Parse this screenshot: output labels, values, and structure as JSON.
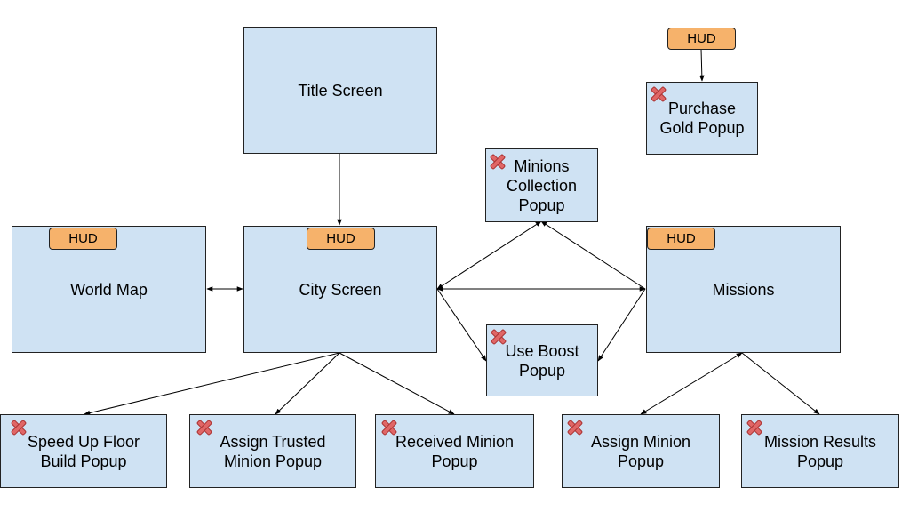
{
  "nodes": {
    "title_screen": "Title Screen",
    "world_map": "World Map",
    "city_screen": "City Screen",
    "missions": "Missions",
    "purchase_gold": "Purchase\nGold Popup",
    "minions_collection": "Minions\nCollection\nPopup",
    "use_boost": "Use Boost\nPopup",
    "speed_up": "Speed Up Floor\nBuild Popup",
    "assign_trusted": "Assign Trusted\nMinion Popup",
    "received_minion": "Received Minion\nPopup",
    "assign_minion": "Assign Minion\nPopup",
    "mission_results": "Mission Results\nPopup"
  },
  "hud_label": "HUD",
  "colors": {
    "node_fill": "#cfe2f3",
    "hud_fill": "#f6b26b",
    "close_icon": "#e06666"
  }
}
